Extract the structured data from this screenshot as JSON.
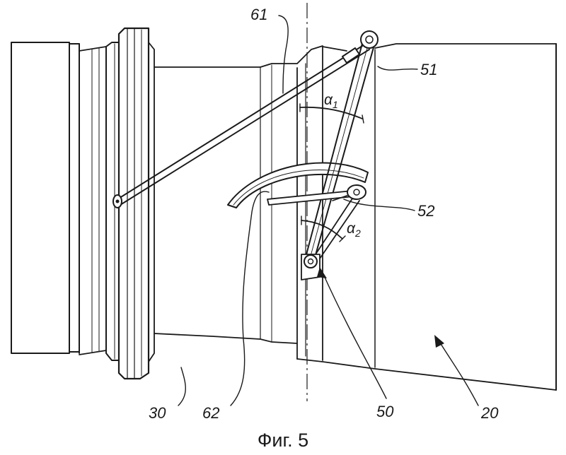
{
  "labels": {
    "ref_61": "61",
    "ref_51": "51",
    "ref_52": "52",
    "ref_30": "30",
    "ref_62": "62",
    "ref_50": "50",
    "ref_20": "20"
  },
  "angles": {
    "alpha1": {
      "symbol": "α",
      "subscript": "1"
    },
    "alpha2": {
      "symbol": "α",
      "subscript": "2"
    }
  },
  "caption": "Фиг. 5"
}
